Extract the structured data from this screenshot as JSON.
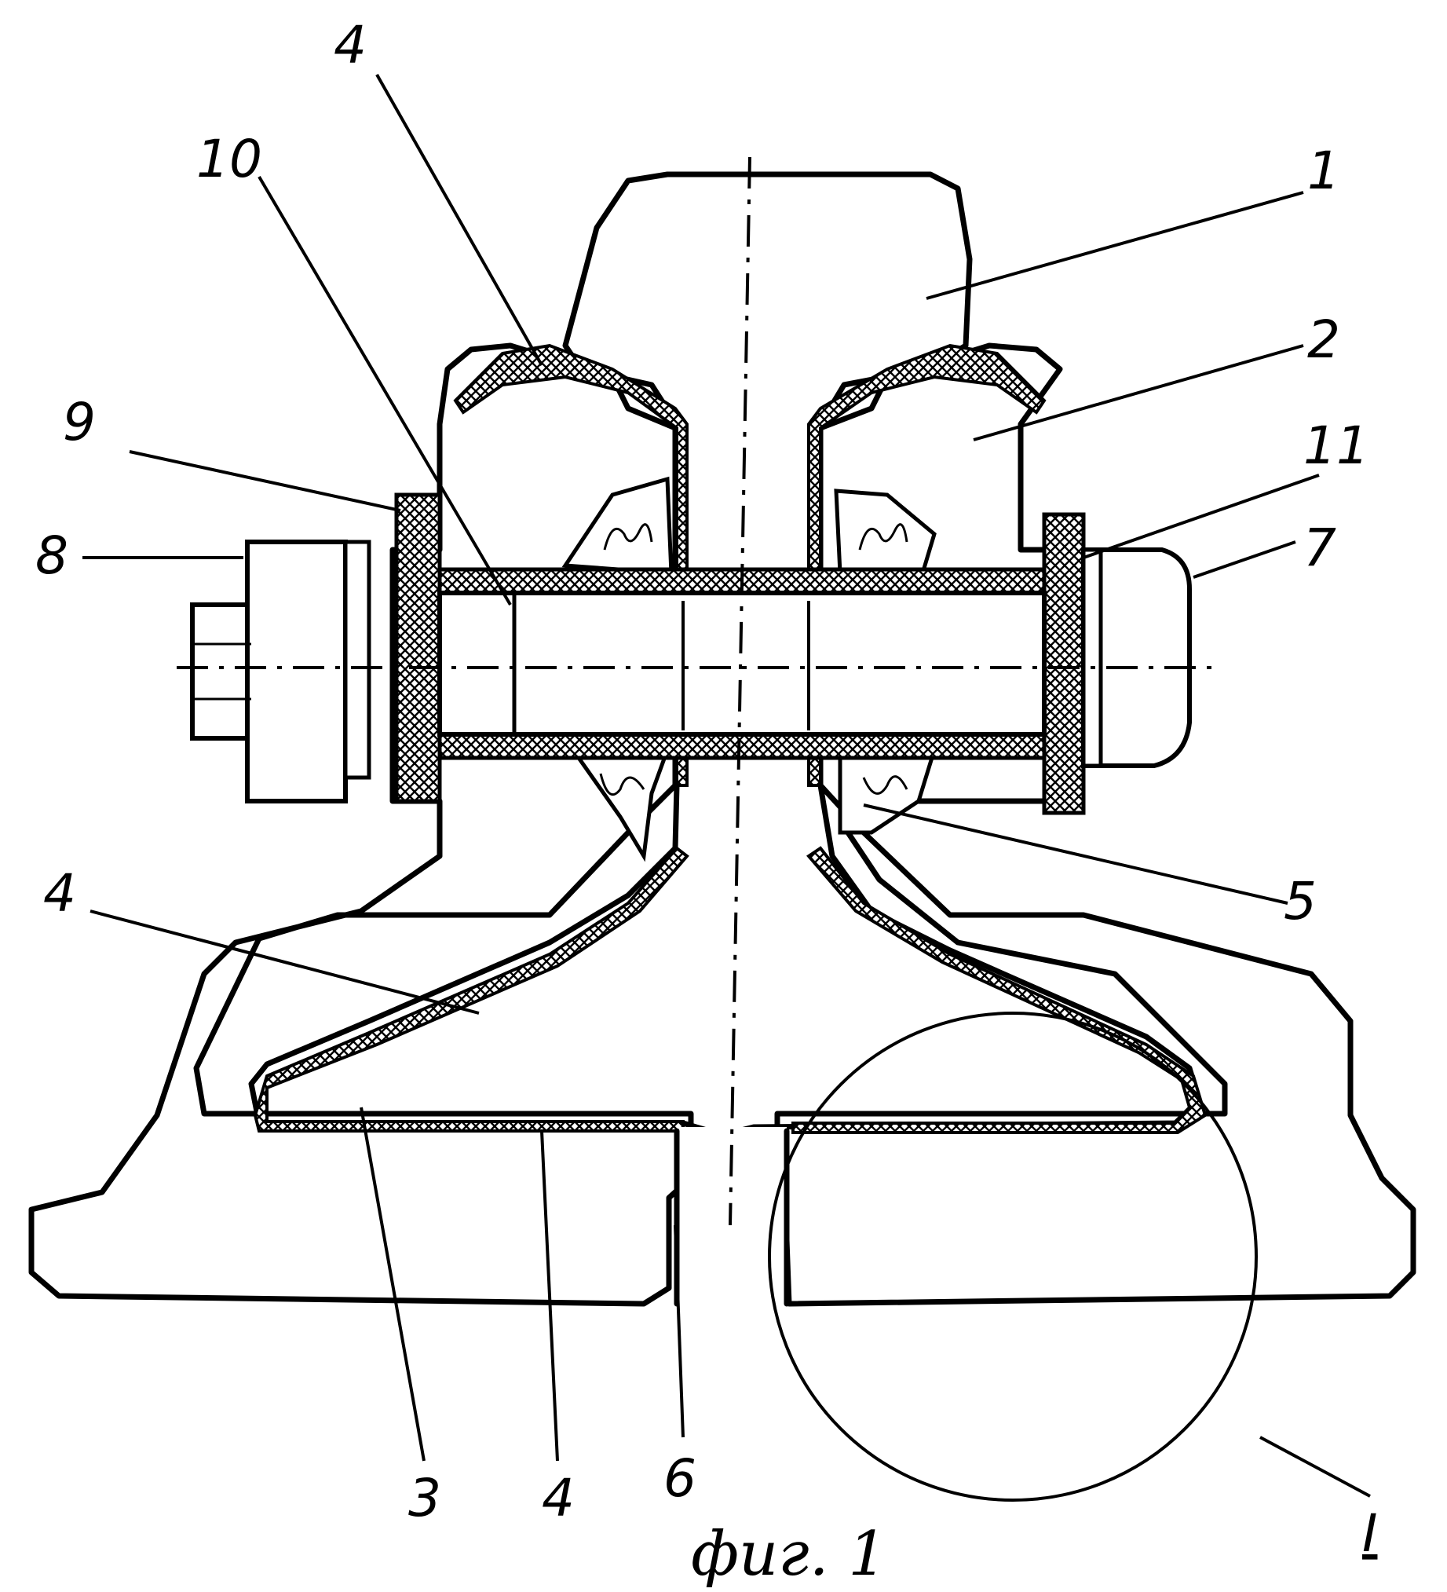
{
  "figure": {
    "caption": "фиг. 1",
    "callouts": {
      "label_1": "1",
      "label_2": "2",
      "label_3": "3",
      "label_4_top": "4",
      "label_4_mid": "4",
      "label_4_bottom": "4",
      "label_5": "5",
      "label_6": "6",
      "label_7": "7",
      "label_8": "8",
      "label_9": "9",
      "label_10": "10",
      "label_11": "11",
      "label_I": "I"
    }
  }
}
